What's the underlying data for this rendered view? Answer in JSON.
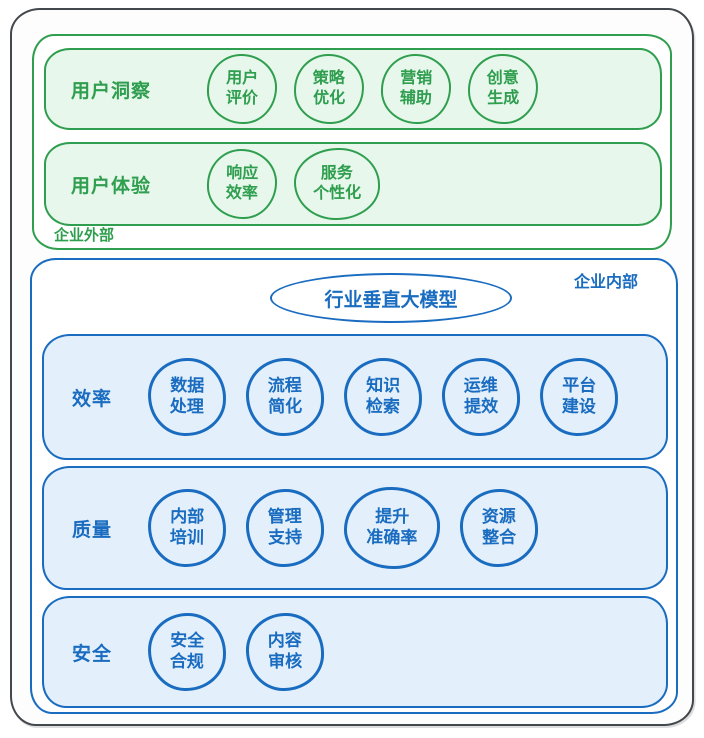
{
  "external": {
    "label": "企业外部",
    "rows": [
      {
        "title": "用户洞察",
        "items": [
          "用户\n评价",
          "策略\n优化",
          "营销\n辅助",
          "创意\n生成"
        ]
      },
      {
        "title": "用户体验",
        "items": [
          "响应\n效率",
          "服务\n个性化"
        ]
      }
    ]
  },
  "internal": {
    "label": "企业内部",
    "model_label": "行业垂直大模型",
    "rows": [
      {
        "title": "效率",
        "items": [
          "数据\n处理",
          "流程\n简化",
          "知识\n检索",
          "运维\n提效",
          "平台\n建设"
        ]
      },
      {
        "title": "质量",
        "items": [
          "内部\n培训",
          "管理\n支持",
          "提升\n准确率",
          "资源\n整合"
        ]
      },
      {
        "title": "安全",
        "items": [
          "安全\n合规",
          "内容\n审核"
        ]
      }
    ]
  },
  "colors": {
    "green": "#2f9e4e",
    "green_fill": "#e7f7ec",
    "blue": "#1a6cc0",
    "blue_fill": "#e3f0fb",
    "frame": "#43484d"
  }
}
